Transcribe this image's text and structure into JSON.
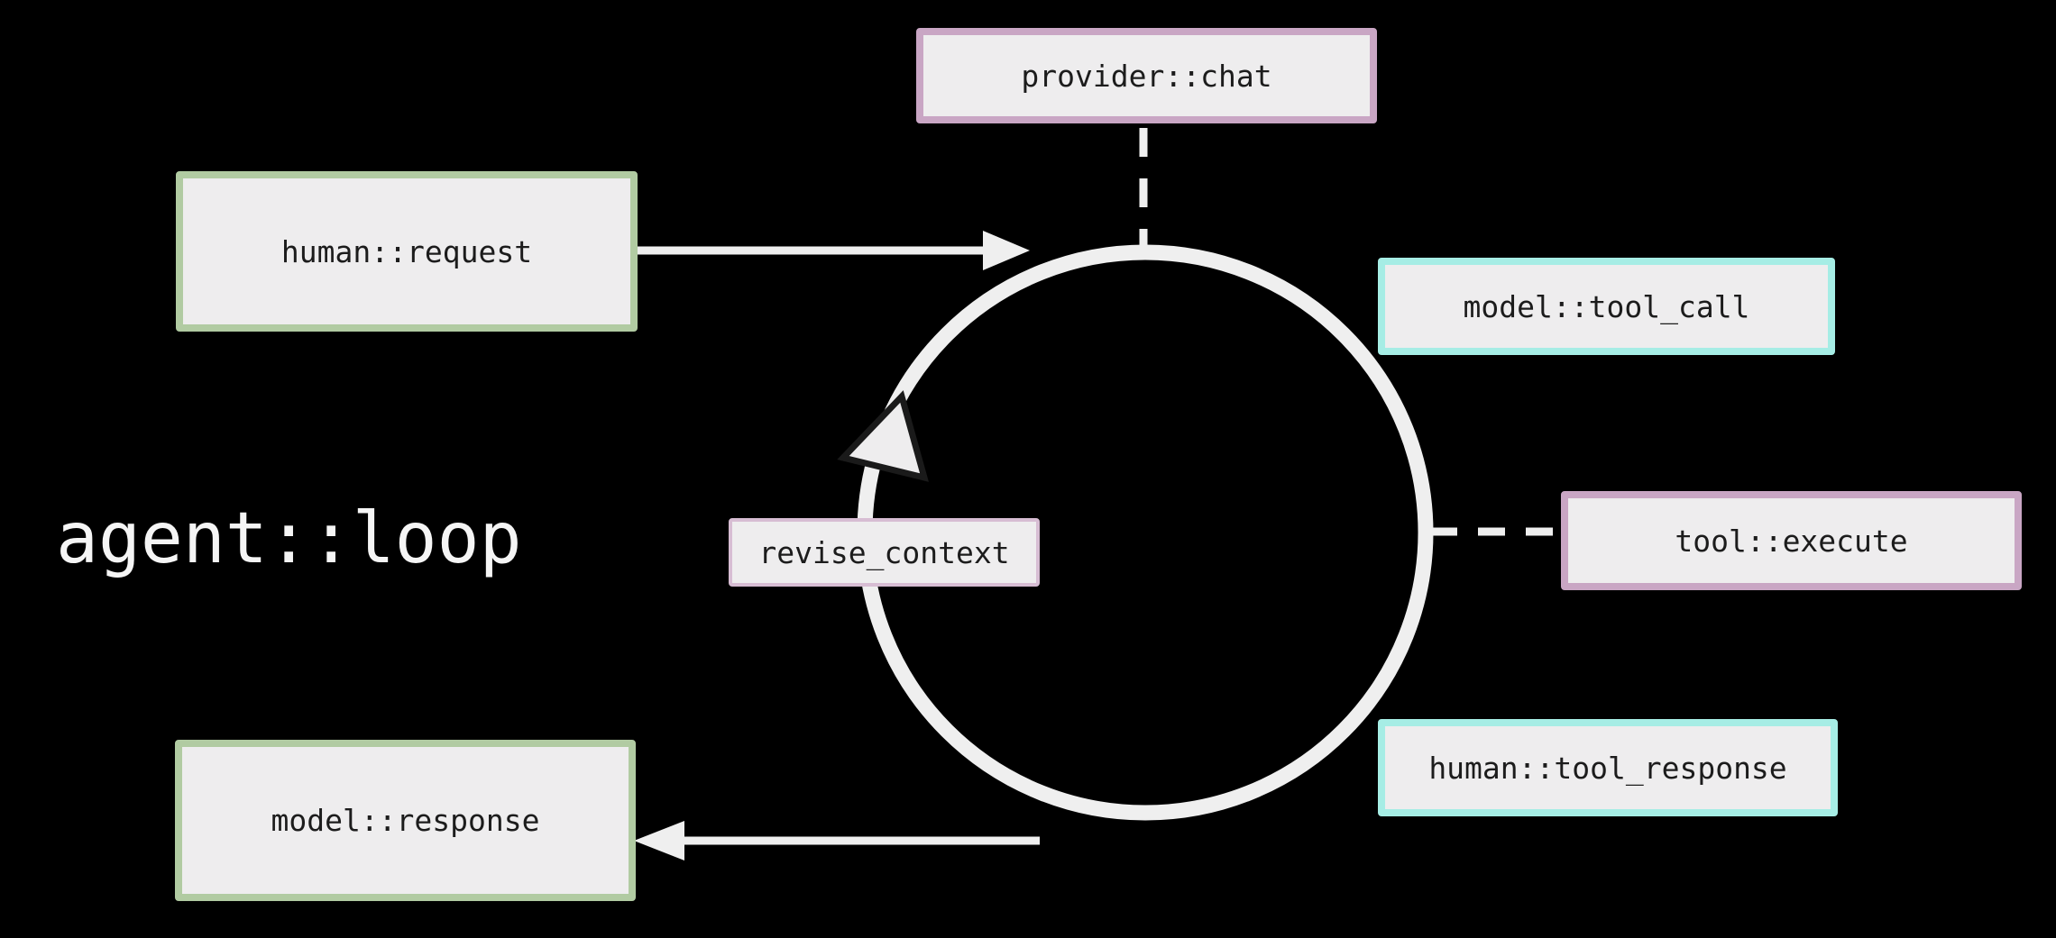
{
  "title": "agent::loop",
  "colors": {
    "background": "#000000",
    "box-fill": "#eeedee",
    "stroke-light": "#efefef",
    "text-dark": "#1c1c1c",
    "accent-pink": "#c9a6c4",
    "accent-pink-light": "#d7bdd3",
    "accent-green": "#b1cba2",
    "accent-cyan": "#a6ede5",
    "arrow-outline": "#1a1a1a"
  },
  "diagram": {
    "loop_label": "agent::loop",
    "nodes": {
      "provider_chat": {
        "label": "provider::chat",
        "accent": "pink"
      },
      "human_request": {
        "label": "human::request",
        "accent": "green"
      },
      "model_tool_call": {
        "label": "model::tool_call",
        "accent": "cyan"
      },
      "tool_execute": {
        "label": "tool::execute",
        "accent": "pink"
      },
      "human_tool_response": {
        "label": "human::tool_response",
        "accent": "cyan"
      },
      "model_response": {
        "label": "model::response",
        "accent": "green"
      },
      "revise_context": {
        "label": "revise_context",
        "accent": "pink-light"
      }
    },
    "edges": [
      {
        "from": "human_request",
        "to": "loop",
        "style": "solid-arrow"
      },
      {
        "from": "loop",
        "to": "model_response",
        "style": "solid-arrow"
      },
      {
        "from": "provider_chat",
        "to": "loop",
        "style": "dashed"
      },
      {
        "from": "tool_execute",
        "to": "loop",
        "style": "dashed"
      },
      {
        "from": "loop",
        "to": "loop",
        "style": "rotation-arrowhead"
      }
    ]
  }
}
